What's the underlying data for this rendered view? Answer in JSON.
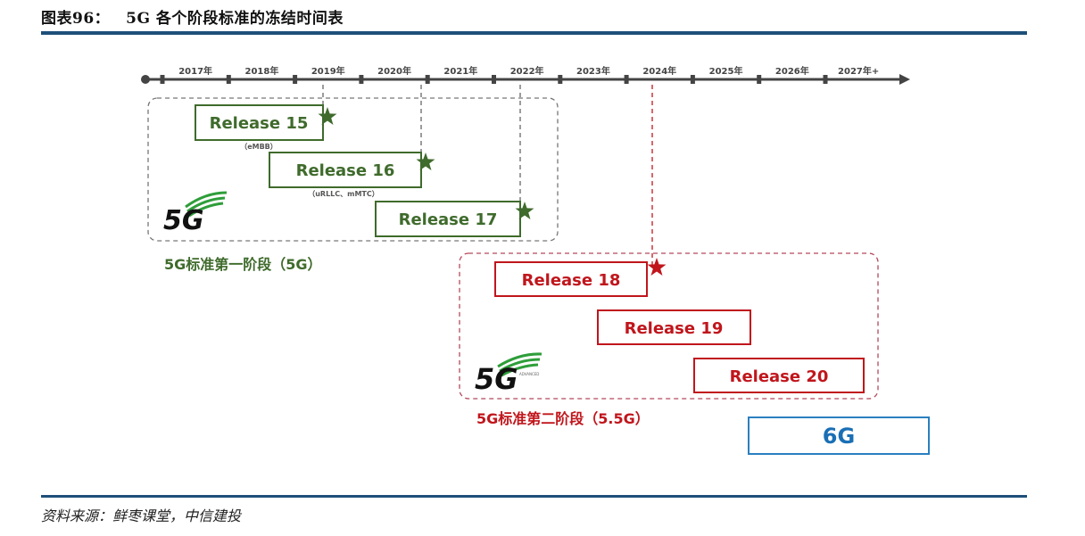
{
  "figure": {
    "number": "图表96：",
    "title": "5G 各个阶段标准的冻结时间表",
    "source": "资料来源：鲜枣课堂，中信建投"
  },
  "timeline": {
    "years": [
      "2017年",
      "2018年",
      "2019年",
      "2020年",
      "2021年",
      "2022年",
      "2023年",
      "2024年",
      "2025年",
      "2026年",
      "2027年+"
    ]
  },
  "phases": [
    {
      "label": "5G标准第一阶段（5G）",
      "logo": "5G",
      "color": "#3f6b2c",
      "releases": [
        {
          "label": "Release 15",
          "sub": "（eMBB）",
          "freeze_year": "2019年"
        },
        {
          "label": "Release 16",
          "sub": "（uRLLC、mMTC）",
          "freeze_year": "2020年"
        },
        {
          "label": "Release 17",
          "sub": "",
          "freeze_year": "2022年"
        }
      ]
    },
    {
      "label": "5G标准第二阶段（5.5G）",
      "logo": "5G",
      "logo_sub": "ADVANCED",
      "color": "#c0161c",
      "releases": [
        {
          "label": "Release 18",
          "sub": "",
          "freeze_year": "2024年"
        },
        {
          "label": "Release 19",
          "sub": "",
          "freeze_year": ""
        },
        {
          "label": "Release 20",
          "sub": "",
          "freeze_year": ""
        }
      ]
    }
  ],
  "next": {
    "label": "6G",
    "color": "#1a6fb5"
  }
}
